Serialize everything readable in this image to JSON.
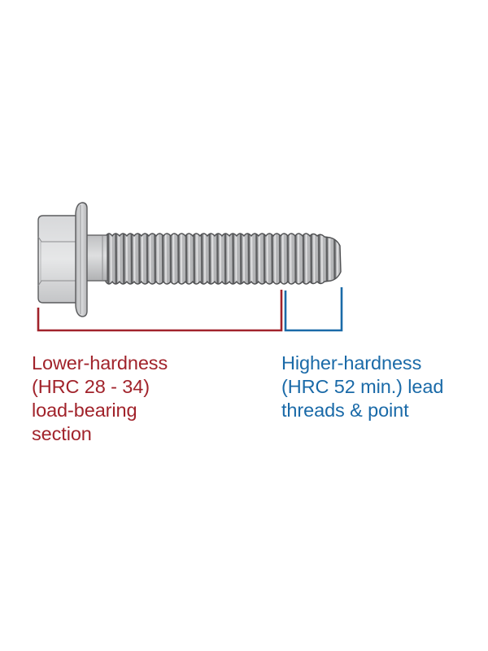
{
  "colors": {
    "lower_hardness": "#a1232b",
    "higher_hardness": "#1a6aa8",
    "bolt_body": "#c9cacc",
    "bolt_outline": "#58595b",
    "background": "#ffffff"
  },
  "diagram": {
    "subject": "hex-flange-bolt",
    "sections": [
      {
        "id": "lower",
        "bracket_color": "#a1232b",
        "label_lines": [
          "Lower-hardness",
          "(HRC 28 - 34)",
          "load-bearing",
          "section"
        ]
      },
      {
        "id": "higher",
        "bracket_color": "#1a6aa8",
        "label_lines": [
          "Higher-hardness",
          "(HRC 52 min.) lead",
          "threads & point"
        ]
      }
    ]
  }
}
